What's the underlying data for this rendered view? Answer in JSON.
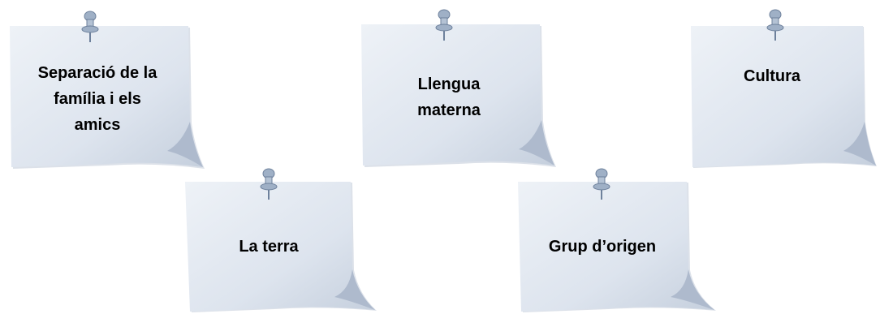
{
  "notes": [
    {
      "id": "separacio",
      "label": "Separació de la\nfamília i els\namics",
      "lines": [
        "Separació de la",
        "família i els",
        "amics"
      ]
    },
    {
      "id": "llengua",
      "label": "Llengua materna",
      "lines": [
        "Llengua",
        "materna"
      ]
    },
    {
      "id": "cultura",
      "label": "Cultura",
      "lines": [
        "Cultura"
      ]
    },
    {
      "id": "la-terra",
      "label": "La terra",
      "lines": [
        "La terra"
      ]
    },
    {
      "id": "grup",
      "label": "Grup d’origen",
      "lines": [
        "Grup d’origen"
      ]
    }
  ],
  "colors": {
    "paper_light": "#e4e9f1",
    "paper_dark": "#c9d3e1",
    "paper_curl": "#aab7ca",
    "shadow": "#b4bfce",
    "pin": "#9fb0c6",
    "pin_dark": "#6e819c",
    "text": "#000000"
  }
}
